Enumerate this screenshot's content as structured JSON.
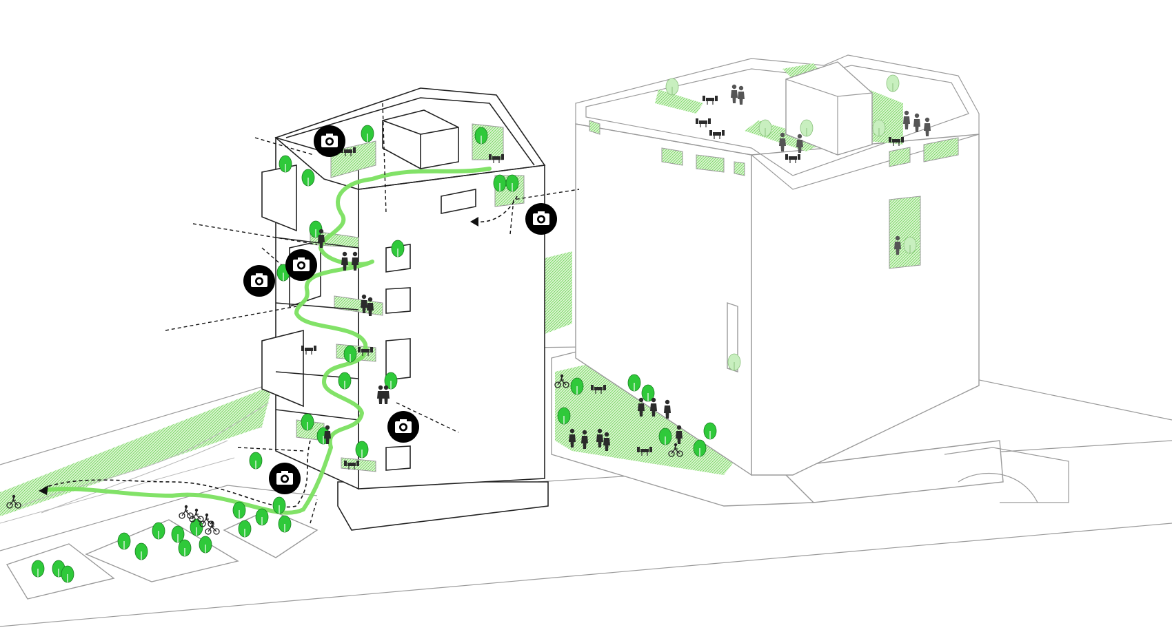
{
  "diagram": {
    "colors": {
      "route_green": "#7be060",
      "tree_green": "#2fc93a",
      "hatch_green": "#6fd45a",
      "line_dark": "#222222",
      "line_grey": "#9a9a9a",
      "camera_black": "#000000"
    },
    "icons": {
      "viewpoint": "camera-icon",
      "vegetation": "tree-icon",
      "occupant": "person-icon",
      "cyclist": "bicycle-icon",
      "seating": "table-chairs-icon",
      "direction": "arrow-head-icon"
    },
    "viewpoints": [
      {
        "id": "roof"
      },
      {
        "id": "east-terrace"
      },
      {
        "id": "west-upper"
      },
      {
        "id": "west-lower"
      },
      {
        "id": "south-terrace"
      },
      {
        "id": "ground"
      }
    ]
  }
}
